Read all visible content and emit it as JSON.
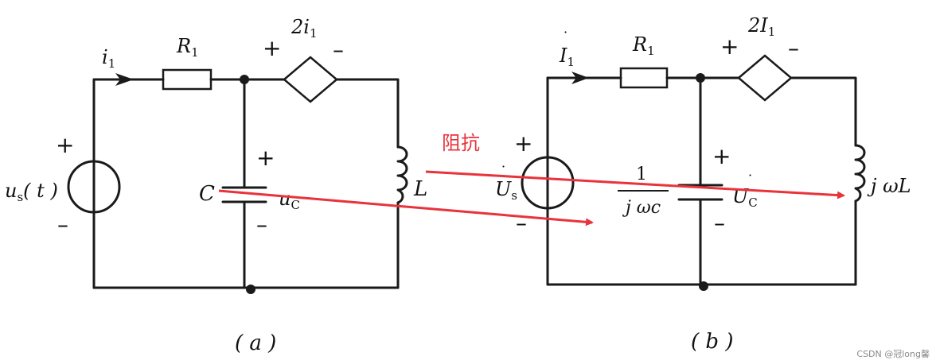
{
  "circuit_a": {
    "current_label": "i",
    "current_sub": "1",
    "resistor_label": "R",
    "resistor_sub": "1",
    "dep_source_label": "2i",
    "dep_source_sub": "1",
    "dep_plus": "+",
    "dep_minus": "–",
    "source_label": "u",
    "source_sub": "s",
    "source_arg": "( t )",
    "source_plus": "+",
    "source_minus": "–",
    "cap_label": "C",
    "cap_plus": "+",
    "cap_minus": "–",
    "cap_voltage_label": "u",
    "cap_voltage_sub": "C",
    "inductor_label": "L",
    "caption": "( a )"
  },
  "circuit_b": {
    "current_label": "I",
    "current_sub": "1",
    "resistor_label": "R",
    "resistor_sub": "1",
    "dep_source_label": "2I",
    "dep_source_sub": "1",
    "dep_plus": "+",
    "dep_minus": "–",
    "source_label": "U",
    "source_sub": "s",
    "source_plus": "+",
    "source_minus": "–",
    "cap_plus": "+",
    "cap_minus": "–",
    "cap_voltage_label": "U",
    "cap_voltage_sub": "C",
    "cap_impedance_num": "1",
    "cap_impedance_den": "j ωc",
    "inductor_impedance": "j ωL",
    "caption": "( b )"
  },
  "annotation": {
    "text": "阻抗",
    "color": "#e8333b"
  },
  "watermark": "CSDN @冠long馨"
}
